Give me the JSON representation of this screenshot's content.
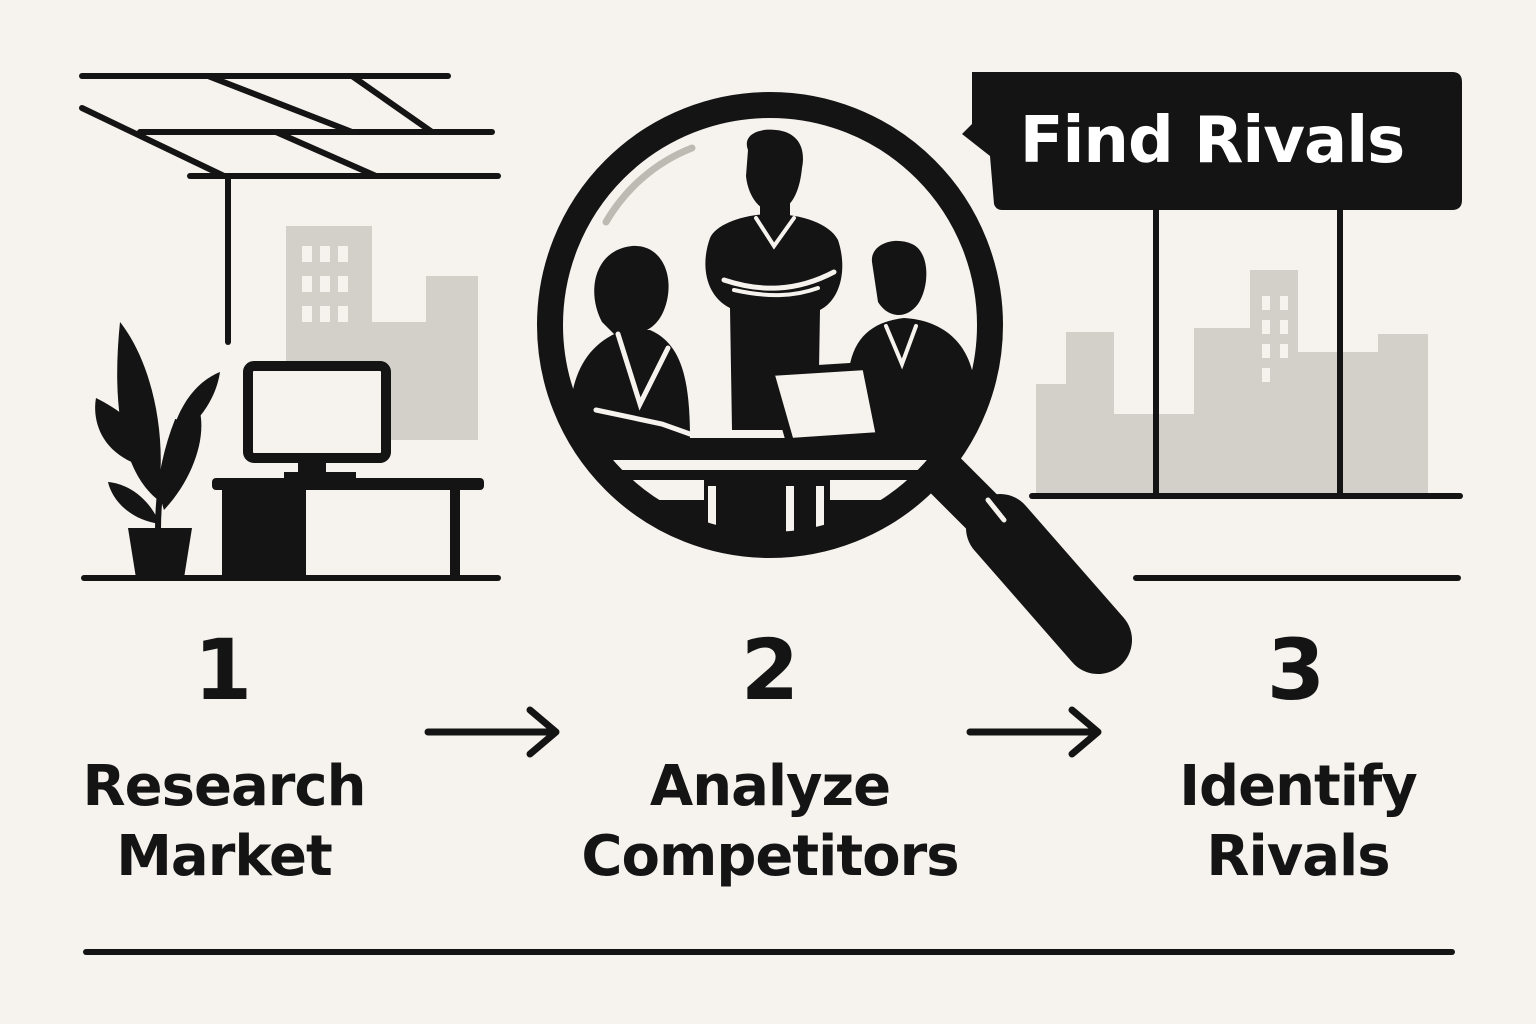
{
  "banner": {
    "text": "Find Rivals"
  },
  "steps": [
    {
      "number": "1",
      "label_line1": "Research",
      "label_line2": "Market",
      "scene_icon": "office-desk-icon"
    },
    {
      "number": "2",
      "label_line1": "Analyze",
      "label_line2": "Competitors",
      "scene_icon": "magnifying-glass-team-icon"
    },
    {
      "number": "3",
      "label_line1": "Identify",
      "label_line2": "Rivals",
      "scene_icon": "skyline-window-icon"
    }
  ],
  "connectors": [
    "arrow-right-icon",
    "arrow-right-icon"
  ],
  "colors": {
    "background": "#f6f3ee",
    "ink": "#141414",
    "building_gray": "#d3d0ca"
  }
}
